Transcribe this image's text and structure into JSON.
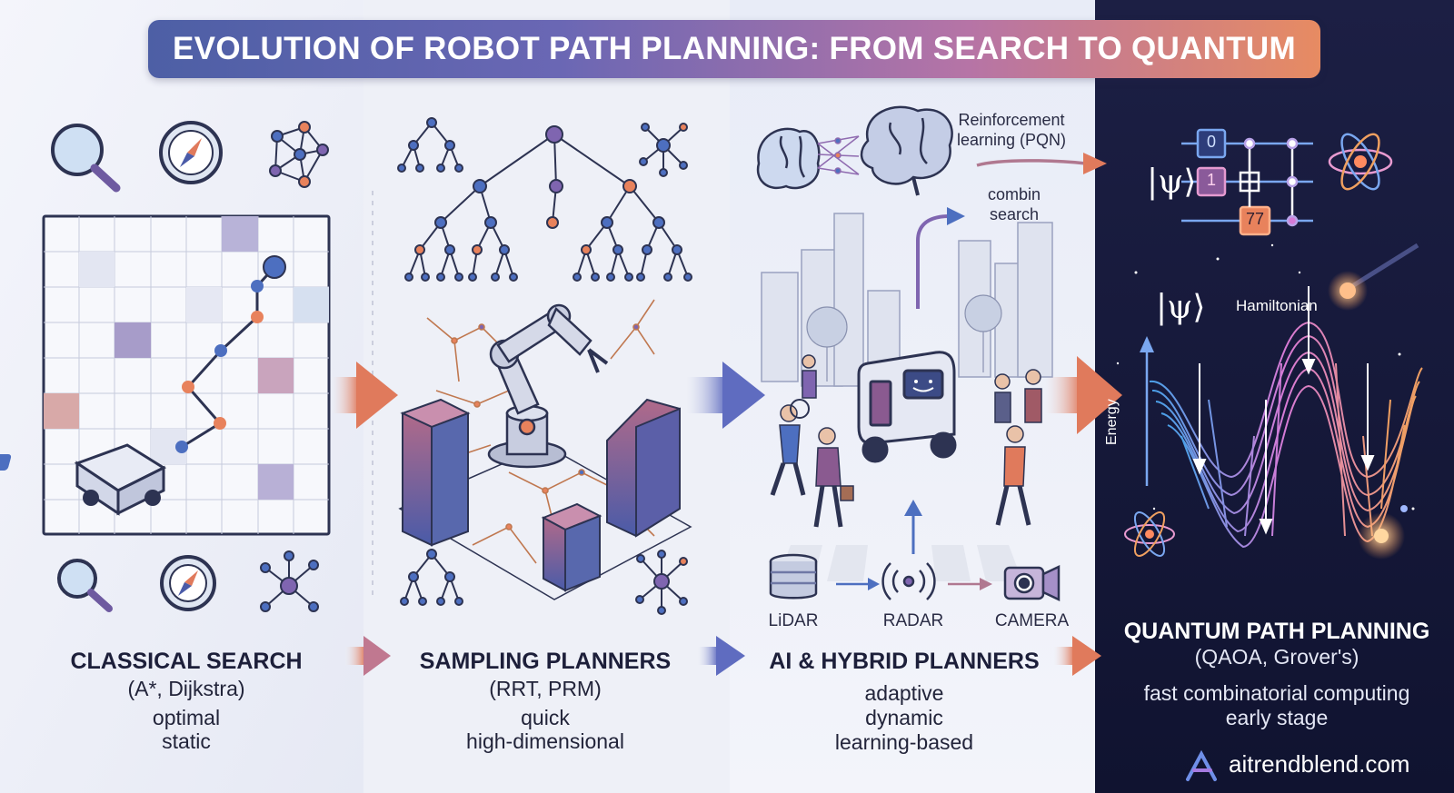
{
  "banner": {
    "title": "EVOLUTION OF ROBOT PATH PLANNING: FROM SEARCH TO QUANTUM"
  },
  "columns": [
    {
      "title": "CLASSICAL SEARCH",
      "subtitle": "(A*, Dijkstra)",
      "lines": [
        "optimal",
        "static"
      ]
    },
    {
      "title": "SAMPLING PLANNERS",
      "subtitle": "(RRT, PRM)",
      "lines": [
        "quick",
        "high-dimensional"
      ]
    },
    {
      "title": "AI & HYBRID PLANNERS",
      "subtitle": "",
      "lines": [
        "adaptive",
        "dynamic",
        "learning-based"
      ]
    },
    {
      "title": "QUANTUM PATH PLANNING",
      "subtitle": "(QAOA, Grover's)",
      "lines": [
        "fast combinatorial computing",
        "early stage"
      ]
    }
  ],
  "ai_panel": {
    "rl_label": [
      "Reinforcement",
      "learning (PQN)"
    ],
    "combine_label": [
      "combin",
      "search"
    ],
    "sensors": [
      "LiDAR",
      "RADAR",
      "CAMERA"
    ]
  },
  "quantum_panel": {
    "psi_top": "|ψ⟩",
    "psi_mid": "|ψ⟩",
    "hamiltonian": "Hamiltonian",
    "energy_axis": "Energy",
    "gates": [
      "0",
      "1",
      "77"
    ]
  },
  "brand": {
    "name": "aitrendblend.com"
  },
  "colors": {
    "banner_start": "#4d5fa5",
    "banner_end": "#e78b62",
    "quantum_bg": "#15183a",
    "accent_orange": "#e8825c",
    "accent_purple": "#7f65b0",
    "accent_blue": "#4d6fc0"
  },
  "icons": [
    "magnifier-icon",
    "compass-icon",
    "network-icon",
    "grid-map-icon",
    "robot-icon",
    "tree-icon",
    "robot-arm-icon",
    "brain-icon",
    "delivery-robot-icon",
    "lidar-icon",
    "radar-icon",
    "camera-icon",
    "atom-icon",
    "quantum-circuit-icon",
    "energy-landscape-icon",
    "brand-logo-icon"
  ]
}
